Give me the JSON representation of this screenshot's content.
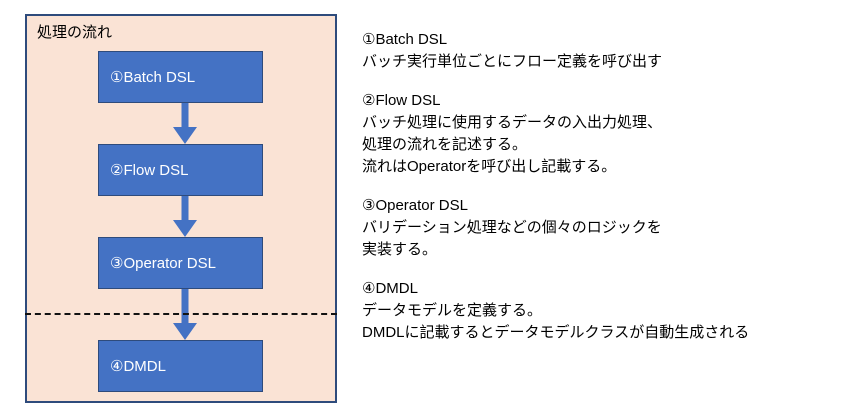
{
  "diagram": {
    "title": "処理の流れ",
    "container_fill": "#fae3d5",
    "container_border": "#2e4b7c",
    "box_fill": "#4472c4",
    "box_text_color": "#ffffff",
    "arrow_color": "#4472c4",
    "separator_color": "#121212",
    "boxes": [
      {
        "label": "①Batch DSL"
      },
      {
        "label": "②Flow DSL"
      },
      {
        "label": "③Operator DSL"
      },
      {
        "label": "④DMDL"
      }
    ],
    "arrows": [
      {
        "from": "①Batch DSL",
        "to": "②Flow DSL"
      },
      {
        "from": "②Flow DSL",
        "to": "③Operator DSL"
      },
      {
        "from": "③Operator DSL",
        "to": "④DMDL"
      }
    ]
  },
  "descriptions": [
    {
      "heading": "①Batch DSL",
      "lines": [
        "バッチ実行単位ごとにフロー定義を呼び出す"
      ]
    },
    {
      "heading": "②Flow DSL",
      "lines": [
        "バッチ処理に使用するデータの入出力処理、",
        "処理の流れを記述する。",
        "流れはOperatorを呼び出し記載する。"
      ]
    },
    {
      "heading": "③Operator DSL",
      "lines": [
        "バリデーション処理などの個々のロジックを",
        "実装する。"
      ]
    },
    {
      "heading": "④DMDL",
      "lines": [
        "データモデルを定義する。",
        "DMDLに記載するとデータモデルクラスが自動生成される"
      ]
    }
  ]
}
